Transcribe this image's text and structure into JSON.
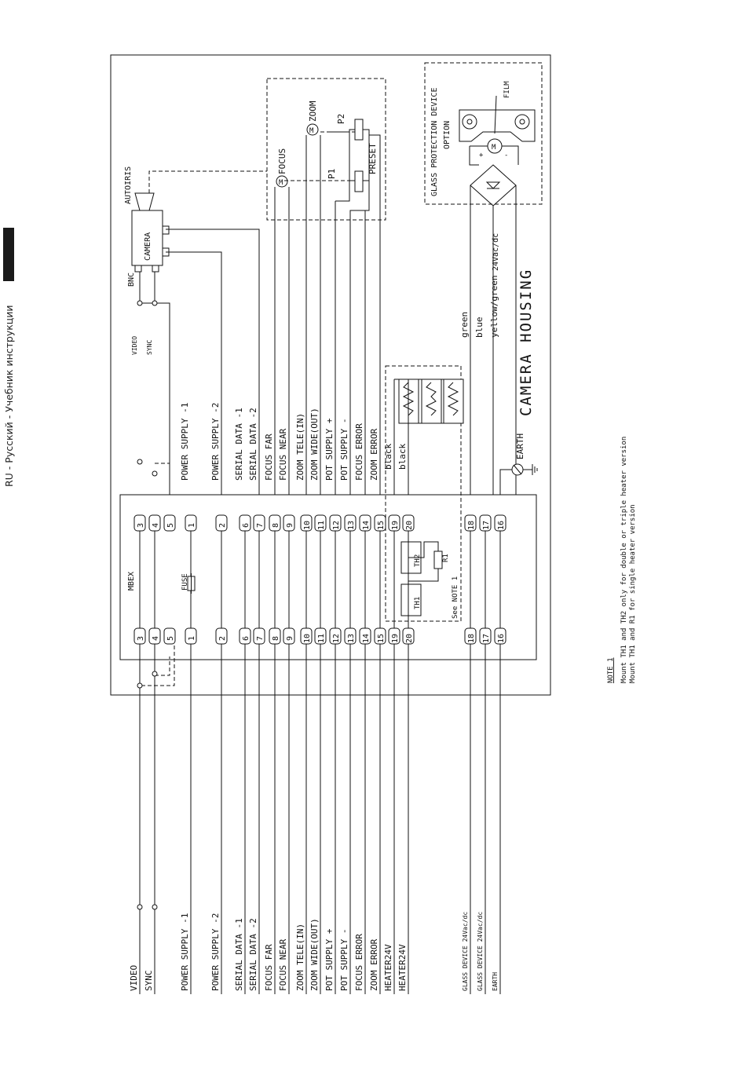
{
  "header": {
    "text": "RU - Русский - Учебник инструкции"
  },
  "housing": {
    "title": "CAMERA HOUSING",
    "board": "MBEX",
    "fuse": "FUSE"
  },
  "wires": [
    {
      "num": "3",
      "label": "VIDEO",
      "inner": "VIDEO"
    },
    {
      "num": "4",
      "label": "SYNC",
      "inner": "SYNC"
    },
    {
      "num": "5",
      "label": "",
      "inner": ""
    },
    {
      "num": "1",
      "label": "POWER SUPPLY -1",
      "inner": "POWER SUPPLY -1"
    },
    {
      "num": "2",
      "label": "POWER SUPPLY -2",
      "inner": "POWER SUPPLY -2"
    },
    {
      "num": "6",
      "label": "SERIAL DATA -1",
      "inner": "SERIAL DATA -1"
    },
    {
      "num": "7",
      "label": "SERIAL DATA -2",
      "inner": "SERIAL DATA -2"
    },
    {
      "num": "8",
      "label": "FOCUS FAR",
      "inner": "FOCUS FAR"
    },
    {
      "num": "9",
      "label": "FOCUS NEAR",
      "inner": "FOCUS NEAR"
    },
    {
      "num": "10",
      "label": "ZOOM TELE(IN)",
      "inner": "ZOOM TELE(IN)"
    },
    {
      "num": "11",
      "label": "ZOOM WIDE(OUT)",
      "inner": "ZOOM WIDE(OUT)"
    },
    {
      "num": "12",
      "label": "POT SUPPLY +",
      "inner": "POT SUPPLY +"
    },
    {
      "num": "13",
      "label": "POT SUPPLY -",
      "inner": "POT SUPPLY -"
    },
    {
      "num": "14",
      "label": "FOCUS ERROR",
      "inner": "FOCUS ERROR"
    },
    {
      "num": "15",
      "label": "ZOOM ERROR",
      "inner": "ZOOM ERROR"
    },
    {
      "num": "19",
      "label": "HEATER24V",
      "inner": "black"
    },
    {
      "num": "20",
      "label": "HEATER24V",
      "inner": "black"
    },
    {
      "num": "18",
      "label": "GLASS DEVICE 24Vac/dc",
      "inner": "green"
    },
    {
      "num": "17",
      "label": "GLASS DEVICE 24Vac/dc",
      "inner": "blue"
    },
    {
      "num": "16",
      "label": "EARTH",
      "inner": "yellow/green"
    }
  ],
  "labels": {
    "autoiris": "AUTOIRIS",
    "camera": "CAMERA",
    "bnc": "BNC",
    "focus": "FOCUS",
    "zoom": "ZOOM",
    "p1": "P1",
    "p2": "P2",
    "preset": "PRESET",
    "motor": "M",
    "glass_option_1": "GLASS PROTECTION DEVICE",
    "glass_option_2": "OPTION",
    "film": "FILM",
    "supply": "24Vac/dc",
    "earth": "EARTH",
    "th1": "TH1",
    "th2": "TH2",
    "r1": "R1",
    "see_note": "See NOTE 1",
    "plus": "+",
    "minus": "-"
  },
  "note": {
    "title": "NOTE 1",
    "line1": "Mount TH1 and TH2 only for double or triple heater version",
    "line2": "Mount TH1 and R1 for single heater version"
  }
}
